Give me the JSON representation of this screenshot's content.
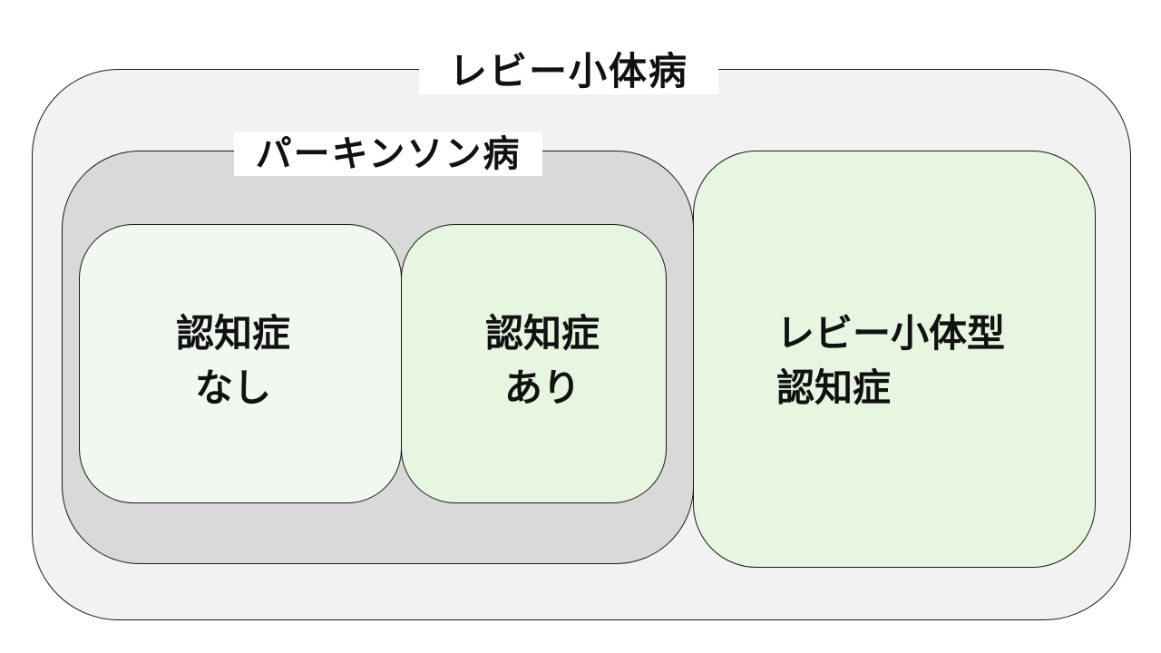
{
  "outer": {
    "title": "レビー小体病"
  },
  "parkinson": {
    "title": "パーキンソン病"
  },
  "no_dementia": {
    "line1": "認知症",
    "line2": "なし"
  },
  "with_dementia": {
    "line1": "認知症",
    "line2": "あり"
  },
  "dlb": {
    "line1": "レビー小体型",
    "line2": "認知症"
  },
  "colors": {
    "outer_fill": "#f2f2f2",
    "parkinson_fill": "#d9d9d9",
    "no_dementia_fill": "#f0f8f0",
    "green_fill": "#e6f6e0",
    "border": "#1a1a1a"
  }
}
